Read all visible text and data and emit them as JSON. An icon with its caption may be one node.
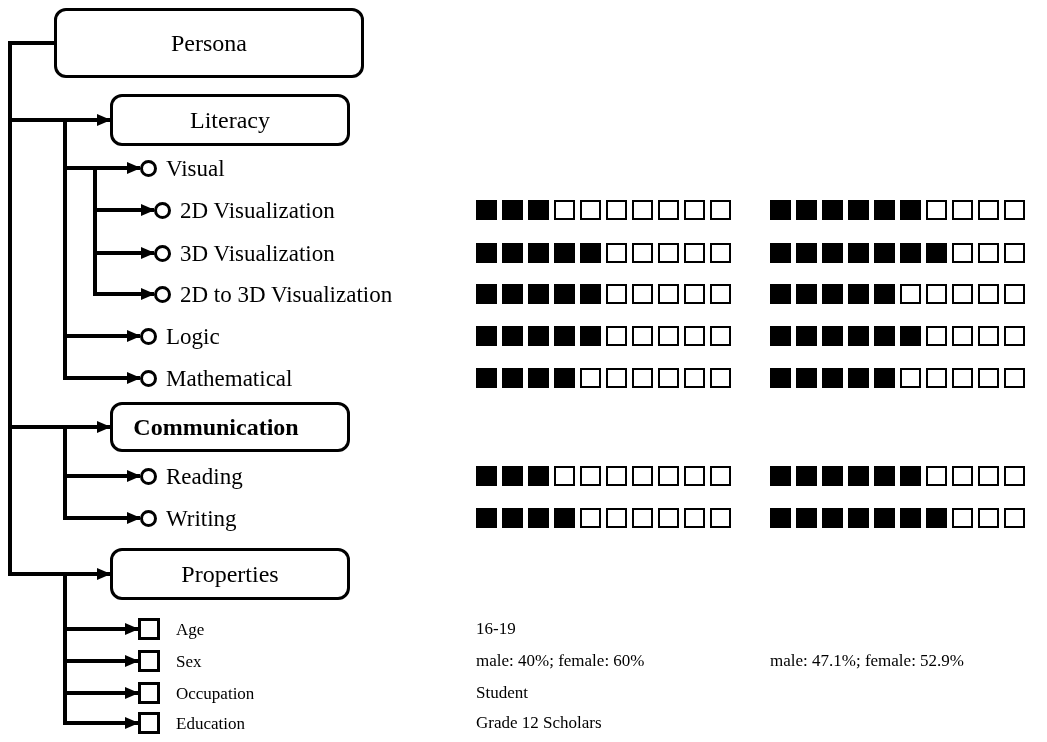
{
  "diagram": {
    "nodes": [
      {
        "text": [
          "Persona"
        ]
      },
      {
        "text": [
          "Literacy"
        ]
      },
      {
        "text": [
          "Visual"
        ]
      },
      {
        "text": [
          "2D Visualization"
        ]
      },
      {
        "text": [
          "3D Visualization"
        ]
      },
      {
        "text": [
          "2D to 3D Visualization"
        ]
      },
      {
        "text": [
          "Logic"
        ]
      },
      {
        "text": [
          "Mathematical"
        ]
      },
      {
        "text": [
          "Communication"
        ]
      },
      {
        "text": [
          "Reading"
        ]
      },
      {
        "text": [
          "Writing"
        ]
      },
      {
        "text": [
          "Properties"
        ]
      },
      {
        "text": [
          "Age"
        ]
      },
      {
        "text": [
          "Sex"
        ]
      },
      {
        "text": [
          "Occupation"
        ]
      },
      {
        "text": [
          "Education"
        ]
      }
    ],
    "labels": [
      "16-19",
      "male: 40%; female: 60%",
      "male: 47.1%; female: 52.9%",
      "Student",
      "Grade 12 Scholars"
    ],
    "edges": [
      {
        "from": 0,
        "to": 1,
        "arrow": "to"
      },
      {
        "from": 0,
        "to": 8,
        "arrow": "to"
      },
      {
        "from": 0,
        "to": 11,
        "arrow": "to"
      },
      {
        "from": 1,
        "to": 2,
        "arrow": "to"
      },
      {
        "from": 2,
        "to": 3,
        "arrow": "to"
      },
      {
        "from": 2,
        "to": 4,
        "arrow": "to"
      },
      {
        "from": 2,
        "to": 5,
        "arrow": "to"
      },
      {
        "from": 1,
        "to": 6,
        "arrow": "to"
      },
      {
        "from": 1,
        "to": 7,
        "arrow": "to"
      },
      {
        "from": 8,
        "to": 9,
        "arrow": "to"
      },
      {
        "from": 8,
        "to": 10,
        "arrow": "to"
      },
      {
        "from": 11,
        "to": 12,
        "arrow": "to"
      },
      {
        "from": 11,
        "to": 13,
        "arrow": "to"
      },
      {
        "from": 11,
        "to": 14,
        "arrow": "to"
      },
      {
        "from": 11,
        "to": 15,
        "arrow": "to"
      }
    ]
  }
}
